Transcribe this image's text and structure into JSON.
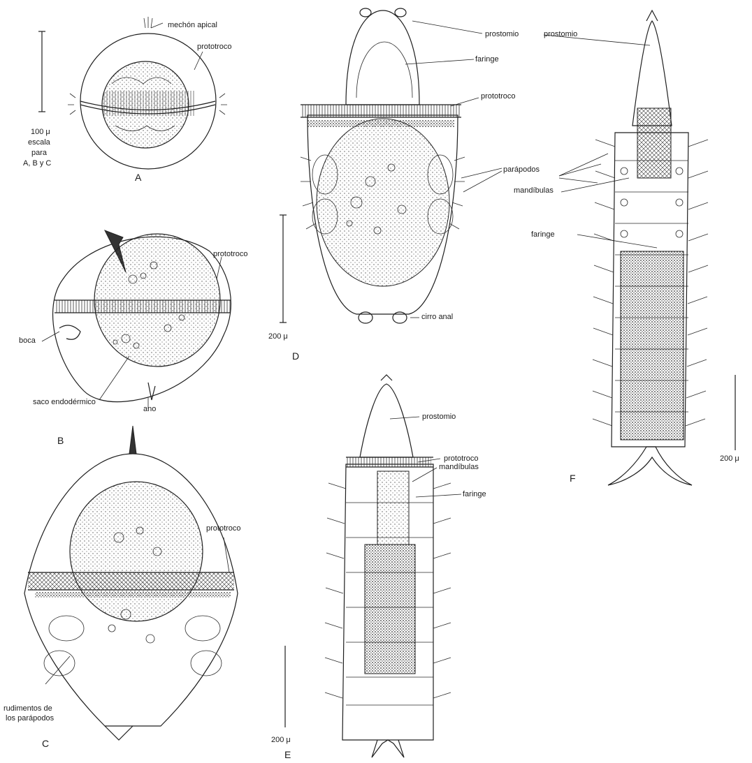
{
  "labels": {
    "mechon_apical": "mechón apical",
    "prototroco": "prototroco",
    "escala_100": "100 μ",
    "escala": "escala",
    "para": "para",
    "abc": "A, B y C",
    "boca": "boca",
    "saco_endodermico": "saco endodérmico",
    "ano": "ano",
    "rudimentos_1": "rudimentos de",
    "rudimentos_2": "los parápodos",
    "prostomio": "prostomio",
    "faringe": "faringe",
    "parapodos": "parápodos",
    "cirro_anal": "cirro anal",
    "escala_200": "200 μ",
    "mandibulas": "mandíbulas"
  },
  "panels": {
    "A": "A",
    "B": "B",
    "C": "C",
    "D": "D",
    "E": "E",
    "F": "F"
  }
}
